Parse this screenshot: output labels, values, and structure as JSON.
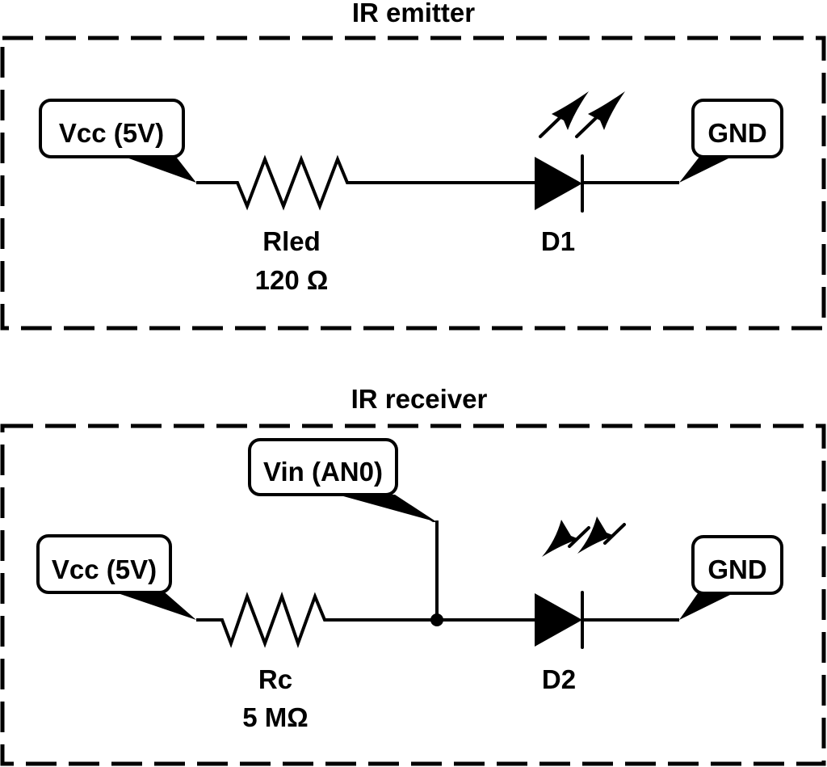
{
  "diagram": {
    "emitter": {
      "title": "IR emitter",
      "vcc_label": "Vcc (5V)",
      "gnd_label": "GND",
      "resistor": {
        "name": "Rled",
        "value": "120 Ω"
      },
      "diode": {
        "name": "D1",
        "type": "LED (emitting)"
      }
    },
    "receiver": {
      "title": "IR receiver",
      "vcc_label": "Vcc (5V)",
      "vin_label": "Vin (AN0)",
      "gnd_label": "GND",
      "resistor": {
        "name": "Rc",
        "value": "5 MΩ"
      },
      "diode": {
        "name": "D2",
        "type": "Photodiode (receiving)"
      }
    }
  },
  "colors": {
    "ink": "#000000",
    "background": "#ffffff"
  }
}
